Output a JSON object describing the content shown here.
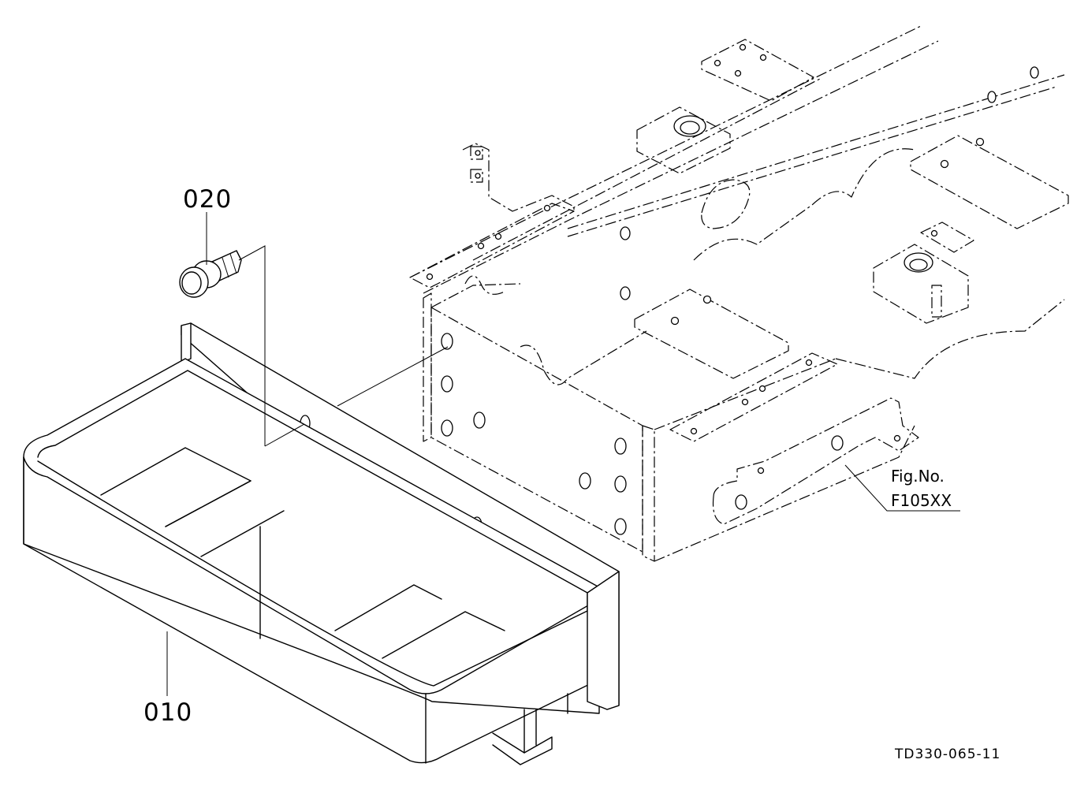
{
  "parts": [
    {
      "id": "part-010",
      "number": "010"
    },
    {
      "id": "part-020",
      "number": "020"
    }
  ],
  "reference": {
    "line1": "Fig.No.",
    "line2": "F105XX"
  },
  "drawing_code": "TD330-065-11",
  "colors": {
    "line": "#000000",
    "background": "#ffffff"
  }
}
